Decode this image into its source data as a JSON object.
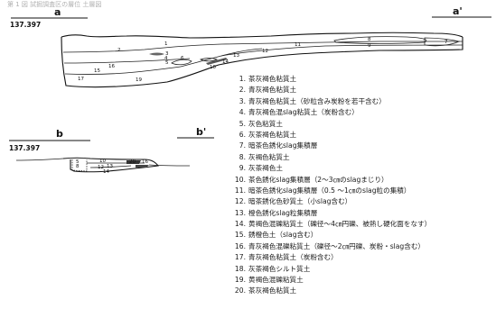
{
  "header_text": "第 1 図 試掘調査区の層位 土層図",
  "section_a": {
    "left_label": "a",
    "right_label": "a'",
    "elevation": "137.397"
  },
  "section_b": {
    "left_label": "b",
    "right_label": "b'",
    "elevation": "137.397"
  },
  "section_a_layer_numbers": [
    "1",
    "2",
    "3",
    "4",
    "5",
    "6",
    "7",
    "8",
    "9",
    "10",
    "11",
    "12",
    "13",
    "14",
    "15",
    "16",
    "17",
    "19"
  ],
  "section_b_layer_numbers": [
    "5",
    "8",
    "10",
    "12",
    "13",
    "14",
    "20",
    "16"
  ],
  "legend": [
    {
      "no": "1.",
      "text": "茶灰褐色粘質土"
    },
    {
      "no": "2.",
      "text": "青灰褐色粘質土"
    },
    {
      "no": "3.",
      "text": "青灰褐色粘質土（砂粒含み炭粉を若干含む）"
    },
    {
      "no": "4.",
      "text": "青灰褐色混slag粘質土（炭粉含む）"
    },
    {
      "no": "5.",
      "text": "灰色粘質土"
    },
    {
      "no": "6.",
      "text": "灰茶褐色粘質土"
    },
    {
      "no": "7.",
      "text": "暗茶色銹化slag集積層"
    },
    {
      "no": "8.",
      "text": "灰褐色粘質土"
    },
    {
      "no": "9.",
      "text": "灰茶褐色土"
    },
    {
      "no": "10.",
      "text": "茶色銹化slag集積層（2～3㎝のslagまじり）"
    },
    {
      "no": "11.",
      "text": "暗茶色銹化slag集積層（0.5 ～1㎝のslag粒の集積）"
    },
    {
      "no": "12.",
      "text": "暗茶銹化色砂質土（小slag含む）"
    },
    {
      "no": "13.",
      "text": "橙色銹化slag粒集積層"
    },
    {
      "no": "14.",
      "text": "黄褐色混礫粘質土（礫径～4㎝円礫、被熱し硬化面をなす）"
    },
    {
      "no": "15.",
      "text": "銹橙色土（slag含む）"
    },
    {
      "no": "16.",
      "text": "青灰褐色混礫粘質土（礫径～2㎝円礫、炭粉・slag含む）"
    },
    {
      "no": "17.",
      "text": "青灰褐色粘質土（炭粉含む）"
    },
    {
      "no": "18.",
      "text": "灰茶褐色シルト質土"
    },
    {
      "no": "19.",
      "text": "黄褐色混礫粘質土"
    },
    {
      "no": "20.",
      "text": "茶灰褐色粘質土"
    }
  ]
}
